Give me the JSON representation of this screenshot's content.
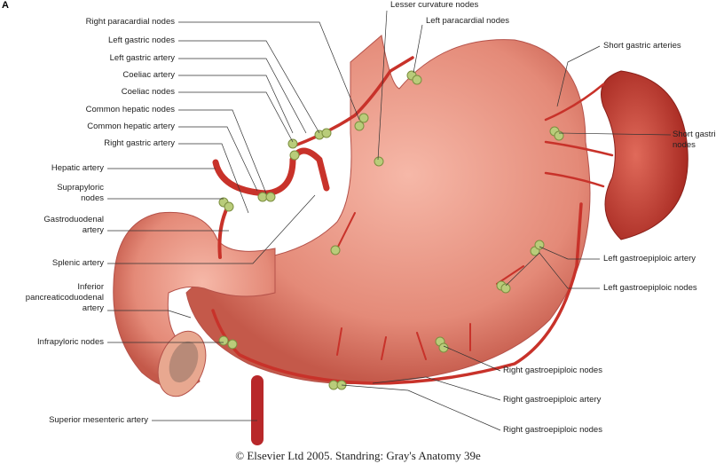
{
  "panel_letter": "A",
  "labels": {
    "right_paracardial_nodes": "Right paracardial nodes",
    "left_gastric_nodes": "Left gastric nodes",
    "left_gastric_artery": "Left gastric artery",
    "coeliac_artery": "Coeliac artery",
    "coeliac_nodes": "Coeliac nodes",
    "common_hepatic_nodes": "Common hepatic nodes",
    "common_hepatic_artery": "Common hepatic artery",
    "right_gastric_artery": "Right gastric artery",
    "hepatic_artery": "Hepatic artery",
    "suprapyloric_nodes_1": "Suprapyloric",
    "suprapyloric_nodes_2": "nodes",
    "gastroduodenal_artery_1": "Gastroduodenal",
    "gastroduodenal_artery_2": "artery",
    "splenic_artery": "Splenic artery",
    "inferior_pancreaticoduodenal_1": "Inferior",
    "inferior_pancreaticoduodenal_2": "pancreaticoduodenal",
    "inferior_pancreaticoduodenal_3": "artery",
    "infrapyloric_nodes": "Infrapyloric nodes",
    "superior_mesenteric_artery": "Superior mesenteric artery",
    "lesser_curvature_nodes": "Lesser curvature nodes",
    "left_paracardial_nodes": "Left paracardial nodes",
    "short_gastric_arteries": "Short gastric arteries",
    "short_gastric_nodes_1": "Short gastric",
    "short_gastric_nodes_2": "nodes",
    "left_gastroepiploic_artery": "Left gastroepiploic artery",
    "left_gastroepiploic_nodes": "Left gastroepiploic nodes",
    "right_gastroepiploic_nodes_upper": "Right gastroepiploic nodes",
    "right_gastroepiploic_artery": "Right gastroepiploic artery",
    "right_gastroepiploic_nodes_lower": "Right gastroepiploic nodes"
  },
  "credit": "© Elsevier Ltd 2005. Standring: Gray's Anatomy 39e",
  "colors": {
    "stomach": "#e8907e",
    "artery": "#c8322a",
    "node": "#b9cc7a",
    "spleen": "#c8453a"
  }
}
